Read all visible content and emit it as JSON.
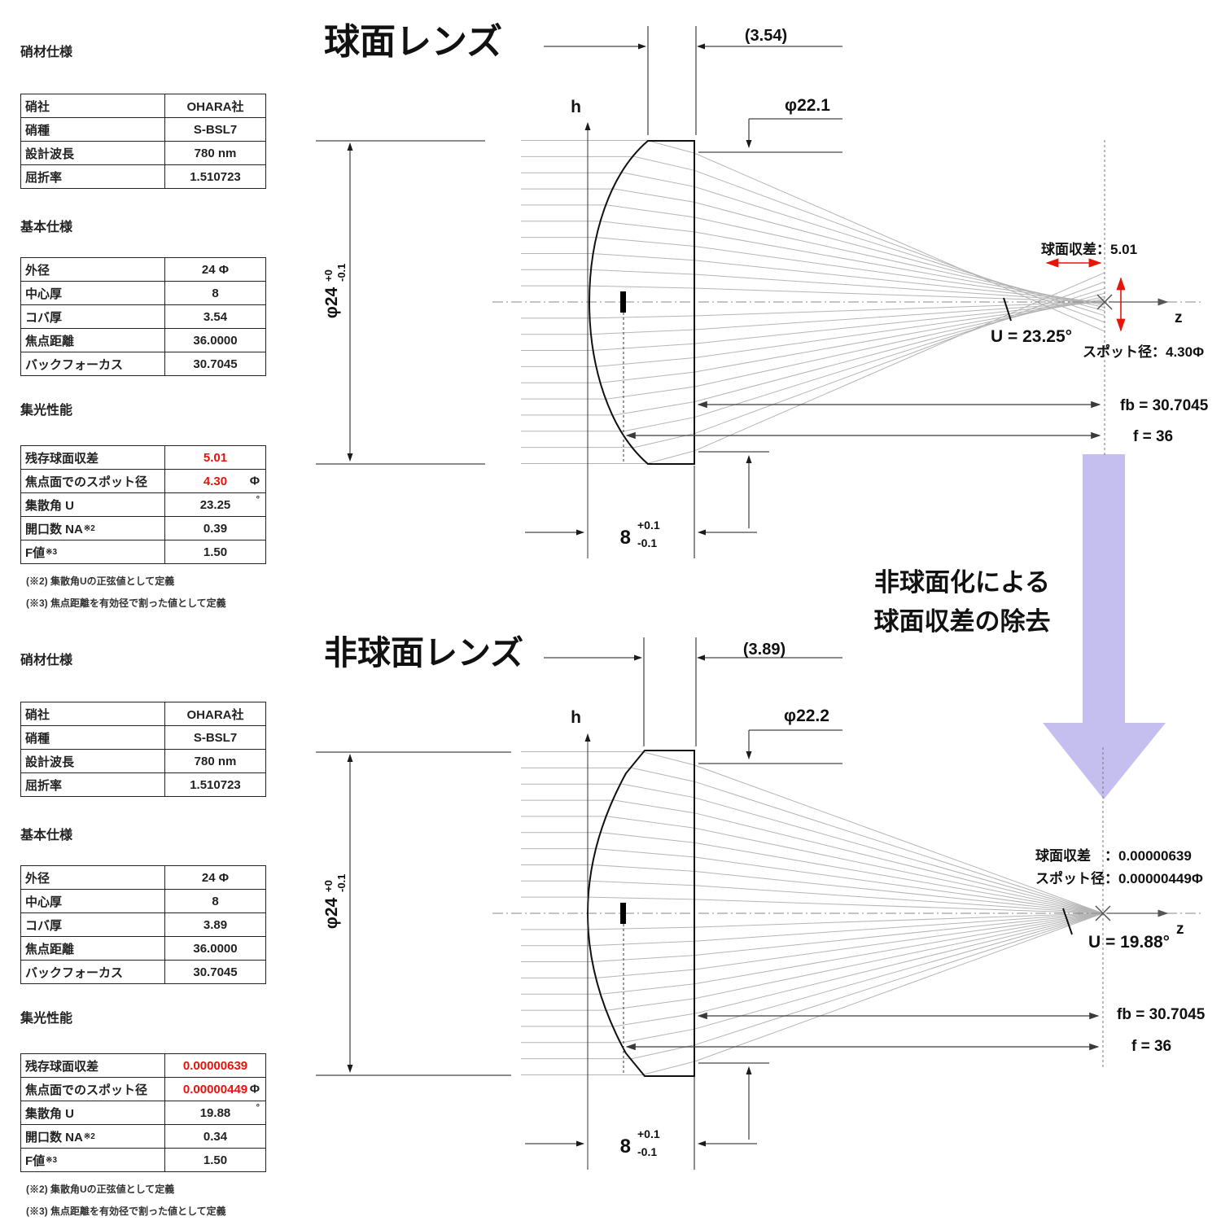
{
  "colors": {
    "red": "#e8130b",
    "purple": "#c5bff0",
    "ray": "#b4b4b4"
  },
  "left_top": {
    "material_title": "硝材仕様",
    "material_rows": [
      {
        "label": "硝社",
        "value": "OHARA社"
      },
      {
        "label": "硝種",
        "value": "S-BSL7"
      },
      {
        "label": "設計波長",
        "value": "780 nm"
      },
      {
        "label": "屈折率",
        "value": "1.510723"
      }
    ],
    "basic_title": "基本仕様",
    "basic_rows": [
      {
        "label": "外径",
        "value": "24 Φ"
      },
      {
        "label": "中心厚",
        "value": "8"
      },
      {
        "label": "コバ厚",
        "value": "3.54"
      },
      {
        "label": "焦点距離",
        "value": "36.0000"
      },
      {
        "label": "バックフォーカス",
        "value": "30.7045"
      }
    ],
    "perf_title": "集光性能",
    "perf_rows": [
      {
        "label": "残存球面収差",
        "value": "5.01",
        "red": true
      },
      {
        "label": "焦点面でのスポット径",
        "value": "4.30",
        "red": true,
        "unit": "Φ"
      },
      {
        "label": "集散角 U",
        "value": "23.25",
        "unit": "°",
        "small_unit": true
      },
      {
        "label": "開口数 NA",
        "sup": "※2",
        "value": "0.39"
      },
      {
        "label": "F値",
        "sup": "※3",
        "value": "1.50"
      }
    ],
    "footnotes": [
      "(※2) 集散角Uの正弦値として定義",
      "(※3) 焦点距離を有効径で割った値として定義"
    ]
  },
  "left_bottom": {
    "material_title": "硝材仕様",
    "material_rows": [
      {
        "label": "硝社",
        "value": "OHARA社"
      },
      {
        "label": "硝種",
        "value": "S-BSL7"
      },
      {
        "label": "設計波長",
        "value": "780 nm"
      },
      {
        "label": "屈折率",
        "value": "1.510723"
      }
    ],
    "basic_title": "基本仕様",
    "basic_rows": [
      {
        "label": "外径",
        "value": "24 Φ"
      },
      {
        "label": "中心厚",
        "value": "8"
      },
      {
        "label": "コバ厚",
        "value": "3.89"
      },
      {
        "label": "焦点距離",
        "value": "36.0000"
      },
      {
        "label": "バックフォーカス",
        "value": "30.7045"
      }
    ],
    "perf_title": "集光性能",
    "perf_rows": [
      {
        "label": "残存球面収差",
        "value": "0.00000639",
        "red": true
      },
      {
        "label": "焦点面でのスポット径",
        "value": "0.00000449",
        "red": true,
        "unit": "Φ"
      },
      {
        "label": "集散角 U",
        "value": "19.88",
        "unit": "°",
        "small_unit": true
      },
      {
        "label": "開口数 NA",
        "sup": "※2",
        "value": "0.34"
      },
      {
        "label": "F値",
        "sup": "※3",
        "value": "1.50"
      }
    ],
    "footnotes": [
      "(※2) 集散角Uの正弦値として定義",
      "(※3) 焦点距離を有効径で割った値として定義"
    ]
  },
  "diagram_top": {
    "title": "球面レンズ",
    "edge_thickness": "(3.54)",
    "aperture_label": "φ22.1",
    "h_label": "h",
    "z_label": "z",
    "diameter_label": "φ24",
    "diameter_tol_plus": "+0",
    "diameter_tol_minus": "-0.1",
    "ct_value": "8",
    "ct_tol_plus": "+0.1",
    "ct_tol_minus": "-0.1",
    "aberr_label": "球面収差：5.01",
    "spot_label": "スポット径：4.30Φ",
    "u_label": "U = 23.25°",
    "fb_label": "fb = 30.7045",
    "f_label": "f = 36"
  },
  "diagram_bottom": {
    "title": "非球面レンズ",
    "edge_thickness": "(3.89)",
    "aperture_label": "φ22.2",
    "h_label": "h",
    "z_label": "z",
    "diameter_label": "φ24",
    "diameter_tol_plus": "+0",
    "diameter_tol_minus": "-0.1",
    "ct_value": "8",
    "ct_tol_plus": "+0.1",
    "ct_tol_minus": "-0.1",
    "aberr_label": "球面収差　：0.00000639",
    "spot_label": "スポット径：0.00000449Φ",
    "u_label": "U = 19.88°",
    "fb_label": "fb = 30.7045",
    "f_label": "f = 36"
  },
  "transition": {
    "line1": "非球面化による",
    "line2": "球面収差の除去"
  }
}
